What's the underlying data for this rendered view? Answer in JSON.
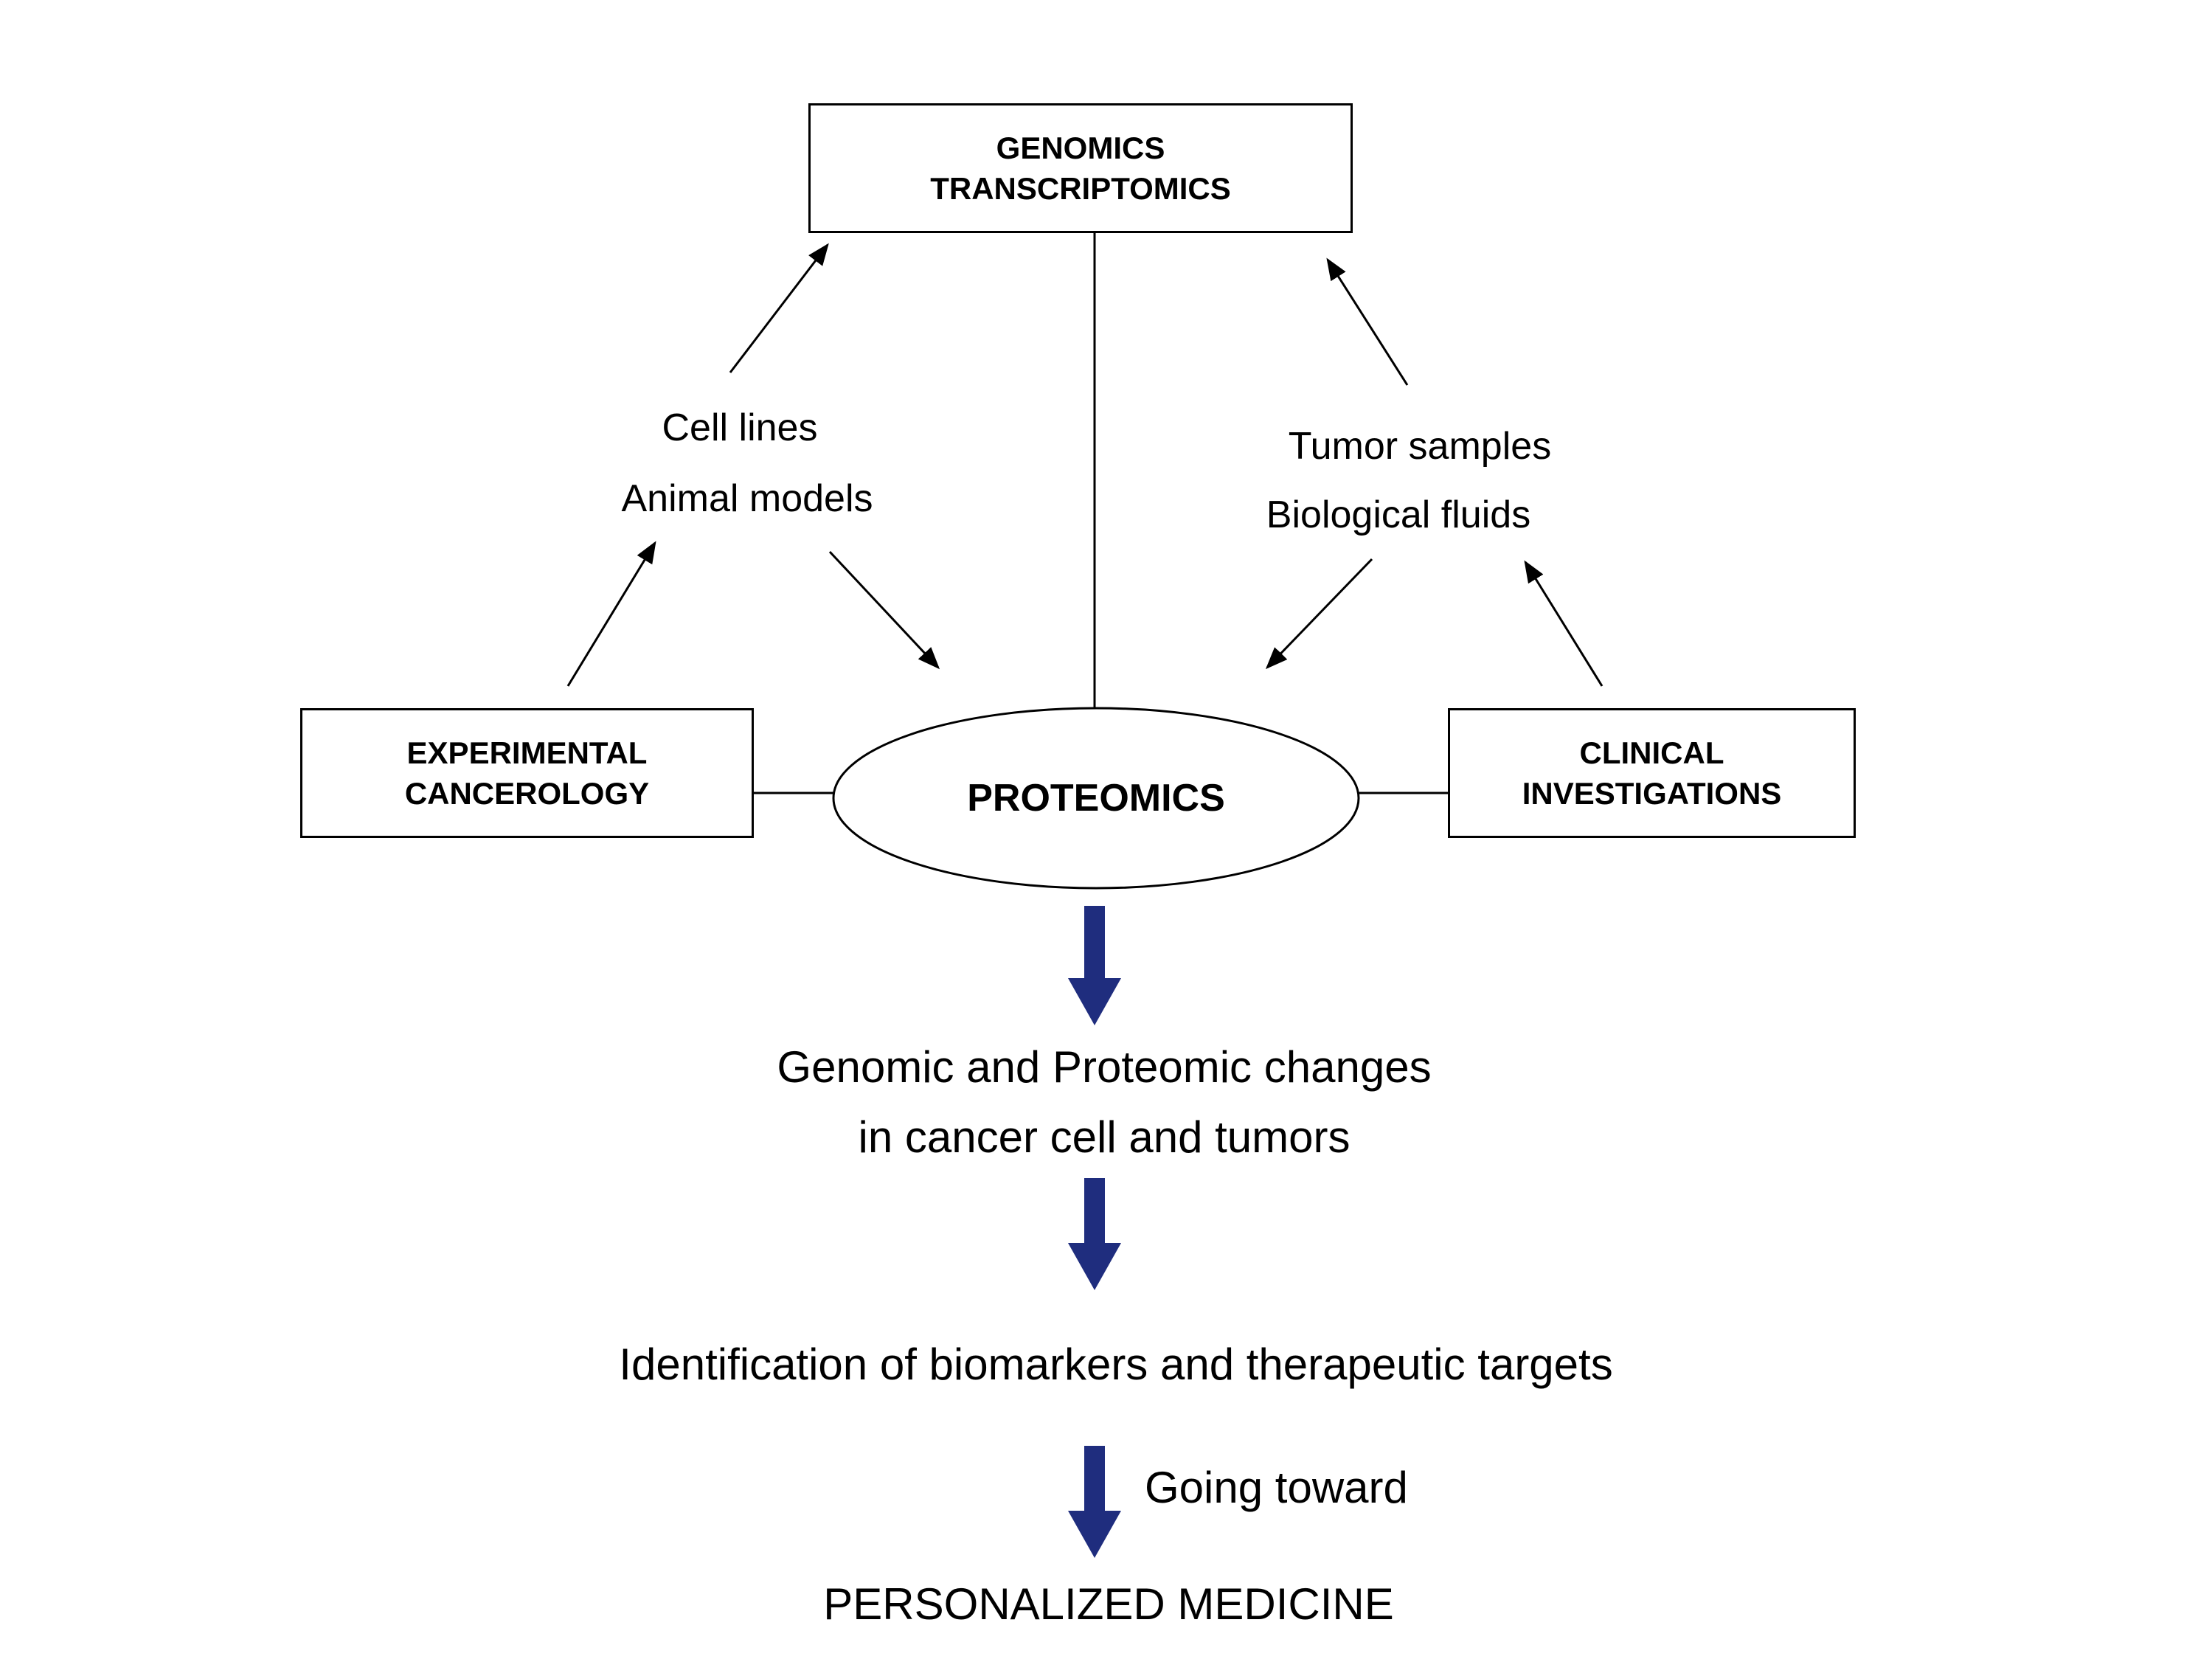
{
  "diagram": {
    "arrow_color": "#1f2d7e",
    "line_color": "#000000",
    "nodes": {
      "genomics": {
        "line1": "GENOMICS",
        "line2": "TRANSCRIPTOMICS"
      },
      "experimental": {
        "line1": "EXPERIMENTAL",
        "line2": "CANCEROLOGY"
      },
      "proteomics": {
        "label": "PROTEOMICS"
      },
      "clinical": {
        "line1": "CLINICAL",
        "line2": "INVESTIGATIONS"
      }
    },
    "labels": {
      "cell_lines": "Cell lines",
      "animal_models": "Animal models",
      "tumor_samples": "Tumor samples",
      "biological_fluids": "Biological fluids"
    },
    "flow": {
      "changes_line1": "Genomic and Proteomic changes",
      "changes_line2": "in cancer cell and tumors",
      "identification": "Identification of biomarkers and therapeutic targets",
      "going_toward": "Going toward",
      "personalized": "PERSONALIZED MEDICINE"
    }
  }
}
